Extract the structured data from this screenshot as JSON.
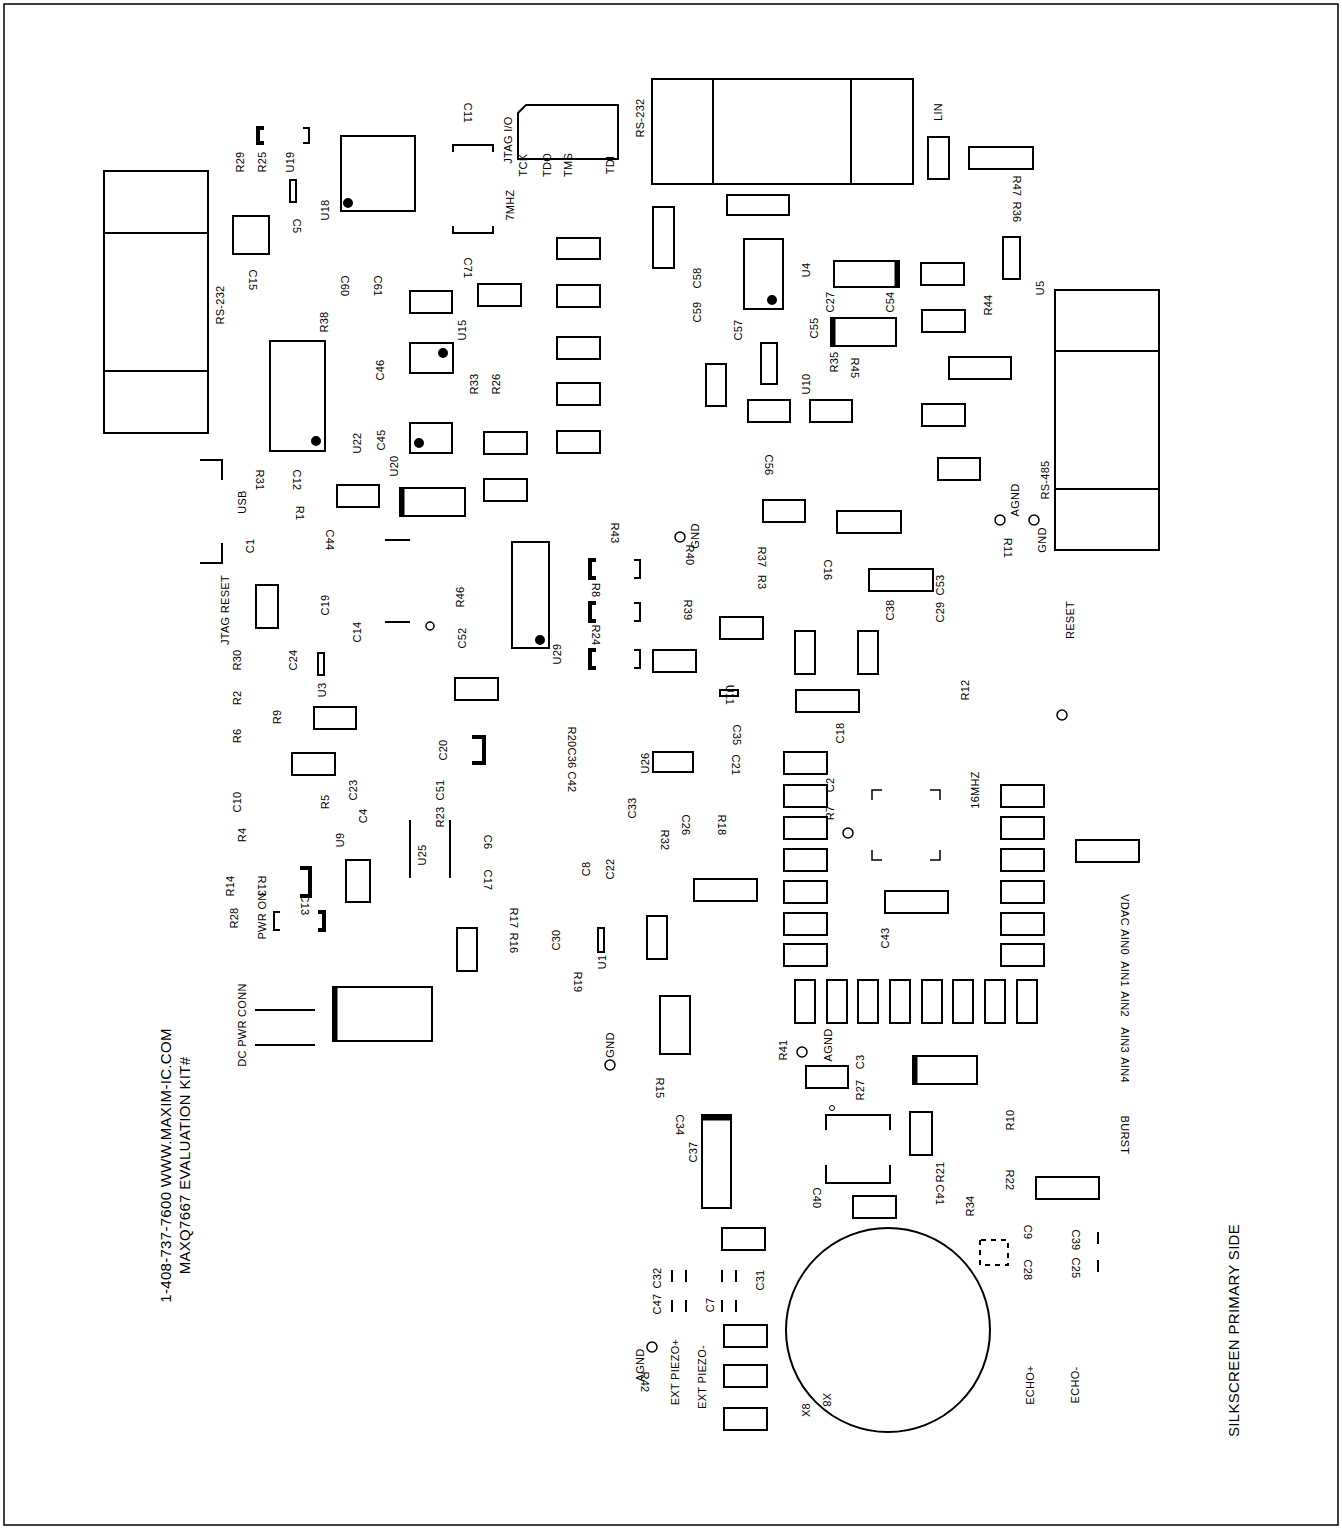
{
  "diagram": {
    "caption": "SILKSCREEN PRIMARY SIDE",
    "labels": [
      "R29",
      "R25",
      "U19",
      "C5",
      "U18",
      "C15",
      "RS-232",
      "R38",
      "C60",
      "C61",
      "U15",
      "C46",
      "R33",
      "R26",
      "U22",
      "C45",
      "U20",
      "R31",
      "C12",
      "R1",
      "USB",
      "C1",
      "C44",
      "JTAG RESET",
      "C19",
      "C14",
      "R30",
      "C24",
      "U3",
      "R2",
      "R9",
      "R6",
      "R46",
      "C52",
      "U29",
      "C20",
      "R20",
      "C36",
      "C42",
      "C10",
      "R5",
      "C23",
      "C4",
      "C51",
      "R23",
      "R4",
      "U9",
      "U25",
      "C6",
      "C17",
      "R14",
      "R13",
      "C13",
      "R28",
      "PWR ON",
      "DC PWR CONN",
      "R17",
      "R16",
      "C30",
      "C8",
      "C22",
      "U1",
      "R19",
      "GND",
      "JTAG I/O",
      "C11",
      "TCK",
      "TDO",
      "TMS",
      "TDI",
      "7MHZ",
      "C71",
      "RS-232",
      "LIN",
      "R47",
      "R36",
      "C58",
      "C59",
      "U4",
      "C57",
      "C27",
      "C54",
      "C55",
      "R35",
      "R45",
      "U10",
      "R44",
      "U5",
      "C56",
      "RS-485",
      "AGND",
      "GND",
      "R11",
      "GND",
      "R40",
      "R43",
      "R37",
      "R3",
      "C16",
      "R8",
      "R24",
      "R39",
      "C38",
      "C29",
      "C53",
      "RESET",
      "R12",
      "U11",
      "C35",
      "C18",
      "C21",
      "U26",
      "C2",
      "R7",
      "16MHZ",
      "C33",
      "C26",
      "R18",
      "R32",
      "C43",
      "VDAC",
      "AIN0",
      "AIN1",
      "AIN2",
      "AIN3",
      "AIN4",
      "R41",
      "AGND",
      "C3",
      "R27",
      "R10",
      "BURST",
      "R15",
      "C34",
      "C37",
      "C40",
      "R21",
      "C41",
      "R22",
      "R34",
      "C9",
      "C39",
      "C28",
      "C25",
      "C32",
      "C47",
      "C7",
      "C31",
      "AGND",
      "R42",
      "EXT PIEZO+",
      "EXT PIEZO-",
      "X8",
      "X8",
      "ECHO+",
      "ECHO-",
      "1-408-737-7600  WWW.MAXIM-IC.COM",
      "MAXQ7667 EVALUATION KIT#"
    ]
  }
}
